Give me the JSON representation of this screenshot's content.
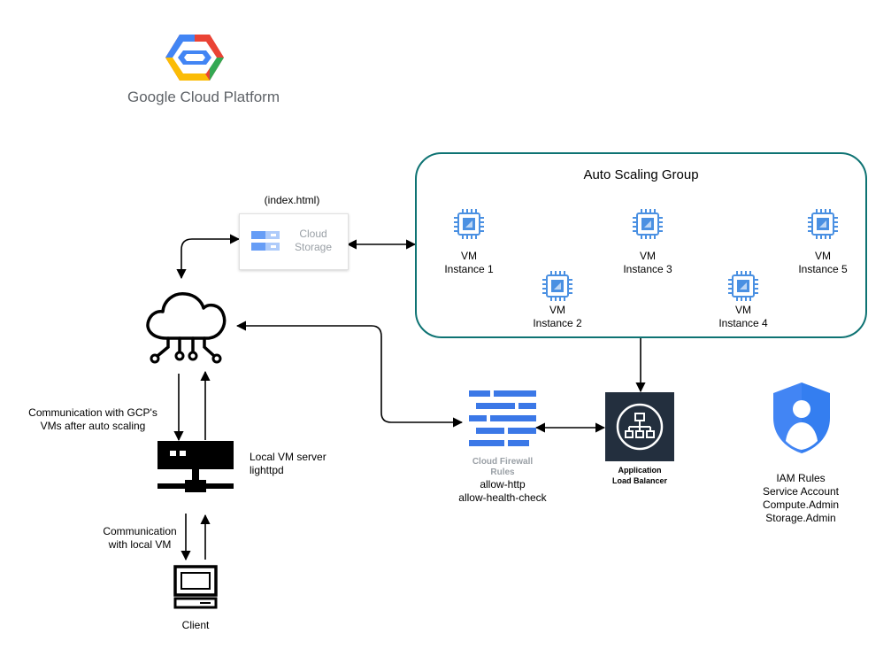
{
  "logo": {
    "brand_text": "Google Cloud Platform"
  },
  "storage": {
    "caption": "(index.html)",
    "label_line1": "Cloud",
    "label_line2": "Storage"
  },
  "asg": {
    "title": "Auto Scaling Group",
    "instances": [
      {
        "line1": "VM",
        "line2": "Instance 1"
      },
      {
        "line1": "VM",
        "line2": "Instance 2"
      },
      {
        "line1": "VM",
        "line2": "Instance 3"
      },
      {
        "line1": "VM",
        "line2": "Instance 4"
      },
      {
        "line1": "VM",
        "line2": "Instance 5"
      }
    ]
  },
  "gcp_comm": {
    "line1": "Communication with GCP's",
    "line2": "VMs after auto scaling"
  },
  "local_server": {
    "line1": "Local VM server",
    "line2": "lighttpd"
  },
  "local_comm": {
    "line1": "Communication",
    "line2": "with local VM"
  },
  "client": {
    "label": "Client"
  },
  "firewall": {
    "title1": "Cloud Firewall",
    "title2": "Rules",
    "rule1": "allow-http",
    "rule2": "allow-health-check"
  },
  "alb": {
    "line1": "Application",
    "line2": "Load Balancer"
  },
  "iam": {
    "line1": "IAM Rules",
    "line2": "Service Account",
    "line3": "Compute.Admin",
    "line4": "Storage.Admin"
  },
  "colors": {
    "asg_border": "#0e7373",
    "chip_blue": "#4a90e2",
    "firewall_blue": "#3b78e7",
    "alb_bg": "#232f3e",
    "iam_blue": "#4285f4",
    "logo_red": "#ea4335",
    "logo_blue": "#4285f4",
    "logo_yellow": "#fbbc05",
    "logo_green": "#34a853"
  }
}
